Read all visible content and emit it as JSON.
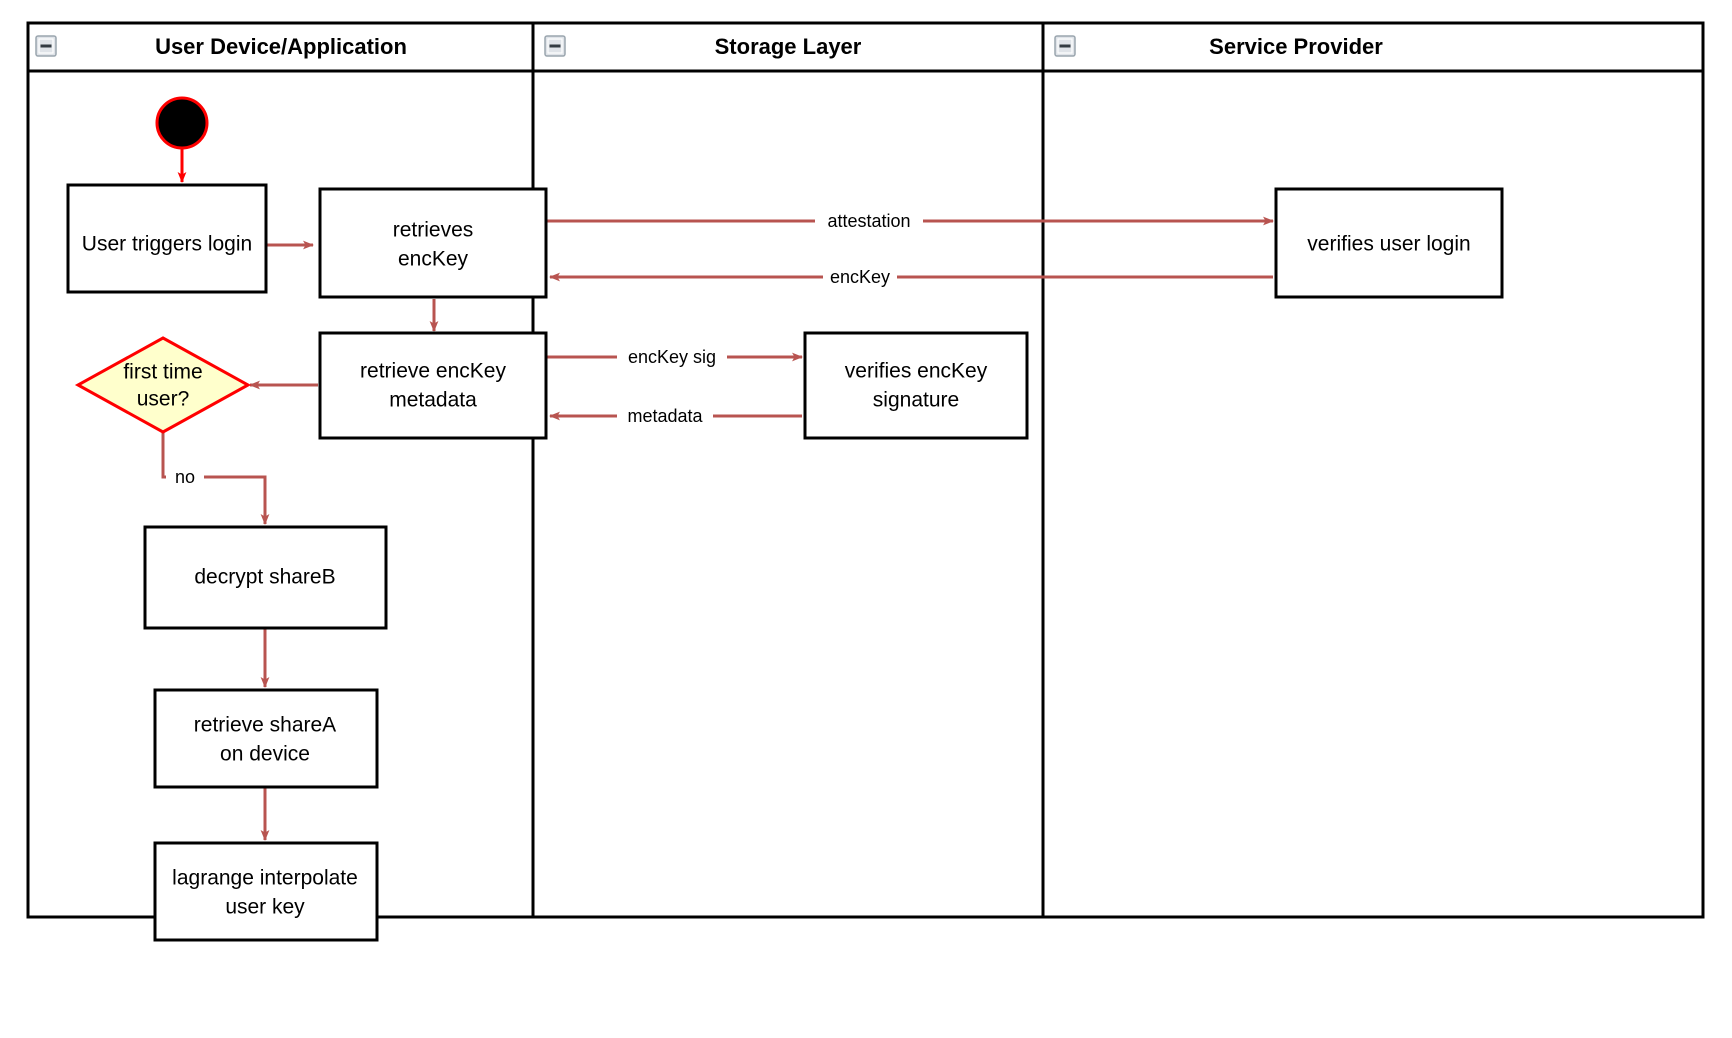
{
  "diagram": {
    "type": "swimlane-activity-flowchart",
    "title": "",
    "background": "#ffffff",
    "colors": {
      "edge": "#b85450",
      "start_ring": "#ff0000",
      "start_fill": "#000000",
      "decision_fill": "#ffffcc",
      "decision_stroke": "#ff0000",
      "node_stroke": "#000000",
      "node_fill": "#ffffff",
      "lane_stroke": "#000000",
      "text": "#000000"
    },
    "lanes": [
      {
        "id": "lane-user",
        "title": "User Device/Application",
        "collapse_icon": "collapse-minus-icon"
      },
      {
        "id": "lane-storage",
        "title": "Storage Layer",
        "collapse_icon": "collapse-minus-icon"
      },
      {
        "id": "lane-service",
        "title": "Service Provider",
        "collapse_icon": "collapse-minus-icon"
      }
    ],
    "nodes": [
      {
        "id": "start",
        "shape": "start-circle",
        "label": "",
        "lane": "lane-user"
      },
      {
        "id": "n-trigger",
        "shape": "process",
        "label": "User triggers login",
        "lines": [
          "User triggers login"
        ],
        "lane": "lane-user"
      },
      {
        "id": "n-retrieves",
        "shape": "process",
        "label": "retrieves encKey",
        "lines": [
          "retrieves",
          "encKey"
        ],
        "lane": "lane-user"
      },
      {
        "id": "n-metadata",
        "shape": "process",
        "label": "retrieve encKey metadata",
        "lines": [
          "retrieve encKey",
          "metadata"
        ],
        "lane": "lane-user"
      },
      {
        "id": "n-firsttime",
        "shape": "decision",
        "label": "first time user?",
        "lines": [
          "first time",
          "user?"
        ],
        "lane": "lane-user"
      },
      {
        "id": "n-decrypt",
        "shape": "process",
        "label": "decrypt shareB",
        "lines": [
          "decrypt shareB"
        ],
        "lane": "lane-user"
      },
      {
        "id": "n-sharea",
        "shape": "process",
        "label": "retrieve shareA on device",
        "lines": [
          "retrieve shareA",
          "on device"
        ],
        "lane": "lane-user"
      },
      {
        "id": "n-lagrange",
        "shape": "process",
        "label": "lagrange interpolate user key",
        "lines": [
          "lagrange interpolate",
          "user key"
        ],
        "lane": "lane-user"
      },
      {
        "id": "n-verifysig",
        "shape": "process",
        "label": "verifies encKey signature",
        "lines": [
          "verifies encKey",
          "signature"
        ],
        "lane": "lane-storage"
      },
      {
        "id": "n-verifylogin",
        "shape": "process",
        "label": "verifies user login",
        "lines": [
          "verifies user login"
        ],
        "lane": "lane-service"
      }
    ],
    "edges": [
      {
        "id": "e-start",
        "from": "start",
        "to": "n-trigger",
        "label": ""
      },
      {
        "id": "e-trigger-retrieves",
        "from": "n-trigger",
        "to": "n-retrieves",
        "label": ""
      },
      {
        "id": "e-attestation",
        "from": "n-retrieves",
        "to": "n-verifylogin",
        "label": "attestation"
      },
      {
        "id": "e-enckey",
        "from": "n-verifylogin",
        "to": "n-retrieves",
        "label": "encKey"
      },
      {
        "id": "e-retrieves-metadata",
        "from": "n-retrieves",
        "to": "n-metadata",
        "label": ""
      },
      {
        "id": "e-enckeysig",
        "from": "n-metadata",
        "to": "n-verifysig",
        "label": "encKey sig"
      },
      {
        "id": "e-metadata-back",
        "from": "n-verifysig",
        "to": "n-metadata",
        "label": "metadata"
      },
      {
        "id": "e-metadata-firsttime",
        "from": "n-metadata",
        "to": "n-firsttime",
        "label": ""
      },
      {
        "id": "e-no",
        "from": "n-firsttime",
        "to": "n-decrypt",
        "label": "no"
      },
      {
        "id": "e-decrypt-sharea",
        "from": "n-decrypt",
        "to": "n-sharea",
        "label": ""
      },
      {
        "id": "e-sharea-lagrange",
        "from": "n-sharea",
        "to": "n-lagrange",
        "label": ""
      }
    ]
  }
}
